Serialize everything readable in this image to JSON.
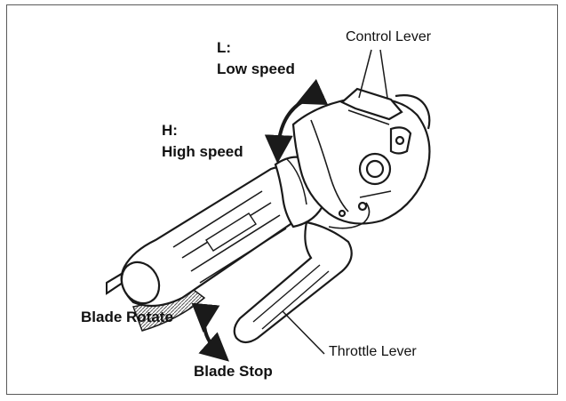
{
  "labels": {
    "low_speed_code": "L:",
    "low_speed_text": "Low speed",
    "high_speed_code": "H:",
    "high_speed_text": "High speed",
    "control_lever": "Control Lever",
    "throttle_lever": "Throttle Lever",
    "blade_rotate": "Blade Rotate",
    "blade_stop": "Blade Stop"
  },
  "colors": {
    "line": "#1a1a1a",
    "frame": "#5a5a5a",
    "text": "#111111"
  }
}
